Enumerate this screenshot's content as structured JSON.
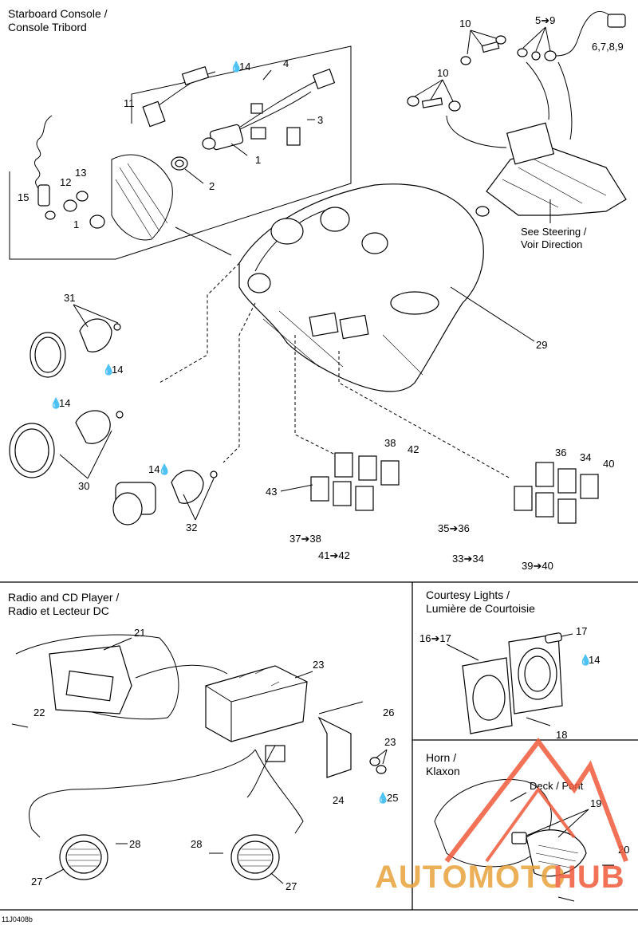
{
  "sections": {
    "console": {
      "title_en": "Starboard Console /",
      "title_fr": "Console Tribord"
    },
    "radio": {
      "title_en": "Radio and CD Player /",
      "title_fr": "Radio et Lecteur DC"
    },
    "courtesy": {
      "title_en": "Courtesy Lights /",
      "title_fr": "Lumière de Courtoisie"
    },
    "horn": {
      "title_en": "Horn /",
      "title_fr": "Klaxon",
      "deck_label": "Deck / Pont"
    }
  },
  "steering_note": {
    "line1": "See  Steering /",
    "line2": "Voir Direction"
  },
  "callouts": {
    "c1a": "1",
    "c1b": "1",
    "c2": "2",
    "c3": "3",
    "c4": "4",
    "c10a": "10",
    "c10b": "10",
    "c5_9": "5➔9",
    "c6_9": "6,7,8,9",
    "c11": "11",
    "c12": "12",
    "c13": "13",
    "c15": "15",
    "c14_top": "14",
    "c29": "29",
    "c31": "31",
    "c14_31": "14",
    "c14_30": "14",
    "c30": "30",
    "c14_32": "14",
    "c32": "32",
    "c38": "38",
    "c42": "42",
    "c43": "43",
    "c37_38": "37➔38",
    "c41_42": "41➔42",
    "c36": "36",
    "c34": "34",
    "c40": "40",
    "c35_36": "35➔36",
    "c33_34": "33➔34",
    "c39_40": "39➔40",
    "c21": "21",
    "c22": "22",
    "c23a": "23",
    "c23b": "23",
    "c26": "26",
    "c24": "24",
    "c25": "25",
    "c28a": "28",
    "c28b": "28",
    "c27a": "27",
    "c27b": "27",
    "c16_17": "16➔17",
    "c17": "17",
    "c14_cl": "14",
    "c18": "18",
    "c19": "19",
    "c20": "20"
  },
  "drawing_code": "11J0408b",
  "watermark": {
    "text_part1": "AUTOMOTO",
    "text_part2": "HUB",
    "color": "#f05a3c",
    "accent": "#e8a23c"
  }
}
